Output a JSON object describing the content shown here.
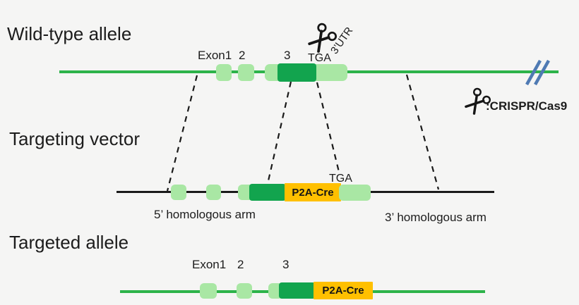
{
  "figure": {
    "rows": {
      "wild_type": {
        "title": "Wild-type allele",
        "exon_labels": [
          "Exon1",
          "2",
          "3"
        ],
        "stop_codon": "TGA",
        "utr3": "3’UTR"
      },
      "targeting_vector": {
        "title": "Targeting vector",
        "stop_codon": "TGA",
        "cassette": "P2A-Cre",
        "arm5": "5’ homologous arm",
        "arm3": "3’ homologous arm"
      },
      "targeted_allele": {
        "title": "Targeted allele",
        "exon_labels": [
          "Exon1",
          "2",
          "3"
        ],
        "cassette": "P2A-Cre"
      }
    },
    "legend": {
      "crispr": ":CRISPR/Cas9"
    }
  },
  "colors": {
    "background": "#f5f5f4",
    "text": "#1c1c1c",
    "genome_line": "#2db34a",
    "vector_line": "#1a1a1a",
    "exon_light": "#a9e7a4",
    "exon_dark": "#12a44e",
    "cassette_orange": "#ffc000",
    "break_slash": "#4f7ab3"
  }
}
